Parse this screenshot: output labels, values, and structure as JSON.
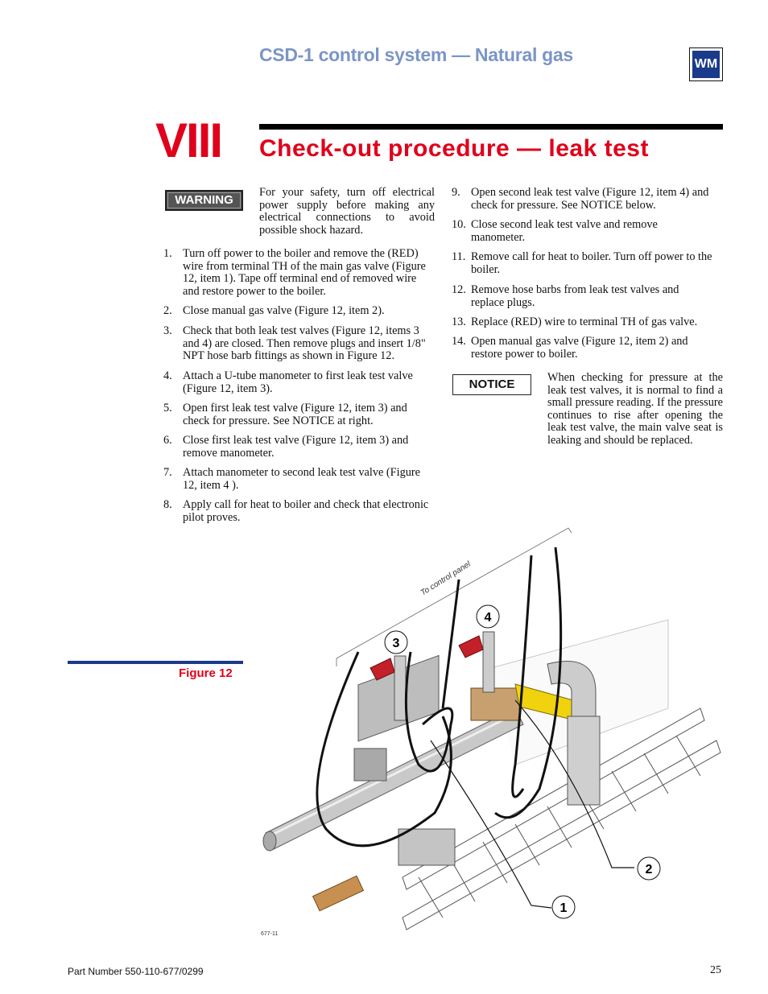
{
  "header": {
    "title": "CSD-1 control system — Natural gas",
    "logo_text": "WM"
  },
  "section": {
    "number": "VIII",
    "title": "Check-out procedure — leak test"
  },
  "warning": {
    "label": "WARNING",
    "text": "For your safety, turn off electrical power supply before making any electrical connections to avoid possible shock hazard."
  },
  "steps_left": [
    {
      "n": "1.",
      "text": "Turn off power to the boiler and remove the (RED) wire from terminal TH of the main gas valve (Figure 12, item 1). Tape off terminal end of removed wire and restore power to the boiler."
    },
    {
      "n": "2.",
      "text": "Close manual gas valve (Figure 12, item 2)."
    },
    {
      "n": "3.",
      "text": "Check that both leak test valves (Figure 12, items 3 and 4) are closed. Then remove plugs and insert 1/8\" NPT hose barb fittings as shown in Figure 12."
    },
    {
      "n": "4.",
      "text": "Attach a U-tube manometer to first leak test valve (Figure 12, item 3)."
    },
    {
      "n": "5.",
      "text": "Open first leak test valve (Figure 12, item 3) and check for pressure. See NOTICE at right."
    },
    {
      "n": "6.",
      "text": "Close first leak test valve (Figure 12, item 3) and remove manometer."
    },
    {
      "n": "7.",
      "text": "Attach manometer to second leak test valve (Figure 12, item 4 )."
    },
    {
      "n": "8.",
      "text": "Apply call for heat to boiler and check that electronic pilot proves."
    }
  ],
  "steps_right": [
    {
      "n": "9.",
      "text": "Open second leak test valve (Figure 12, item 4) and check for pressure. See NOTICE below."
    },
    {
      "n": "10.",
      "text": "Close second leak test valve and remove manometer."
    },
    {
      "n": "11.",
      "text": "Remove call for heat to boiler. Turn off power to the boiler."
    },
    {
      "n": "12.",
      "text": "Remove hose barbs from leak test valves and replace plugs."
    },
    {
      "n": "13.",
      "text": "Replace (RED) wire to terminal TH of gas valve."
    },
    {
      "n": "14.",
      "text": "Open manual gas valve (Figure 12, item 2) and restore power to boiler."
    }
  ],
  "notice": {
    "label": "NOTICE",
    "text": "When checking for pressure at the leak test valves, it is normal to find a small pressure reading. If the pressure continues to rise after opening the leak test valve, the main valve seat is leaking and should be replaced."
  },
  "figure": {
    "label": "Figure 12",
    "control_panel_label": "To control panel",
    "callouts": [
      "1",
      "2",
      "3",
      "4"
    ],
    "drawing_code": "677-11"
  },
  "footer": {
    "part_number": "Part Number 550-110-677/0299",
    "page": "25"
  }
}
